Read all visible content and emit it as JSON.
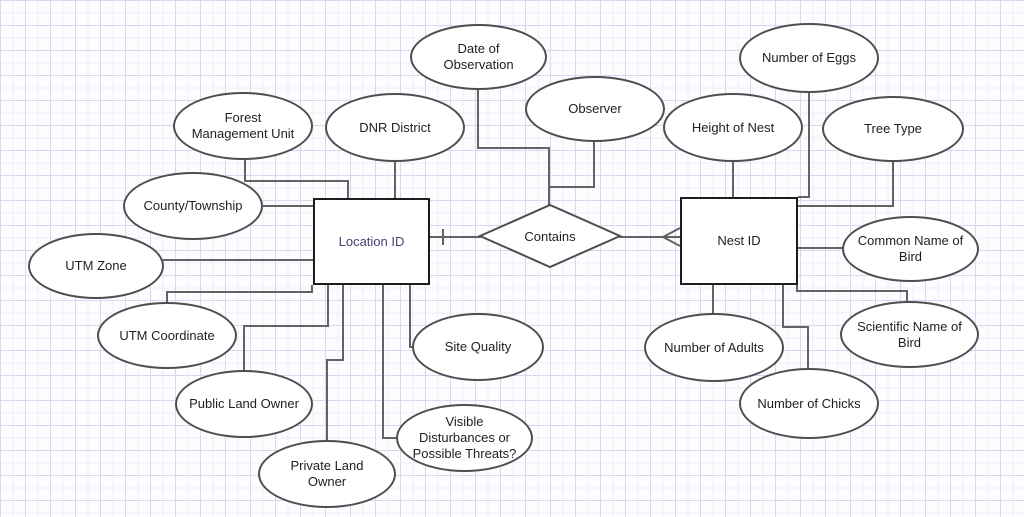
{
  "diagram": {
    "entities": {
      "location": {
        "label": "Location ID"
      },
      "nest": {
        "label": "Nest ID"
      }
    },
    "relationship": {
      "label": "Contains",
      "location_side_cardinality": "one",
      "nest_side_cardinality": "many"
    },
    "location_attributes": {
      "forest_management_unit": "Forest\nManagement Unit",
      "dnr_district": "DNR District",
      "date_of_observation": "Date of\nObservation",
      "observer": "Observer",
      "county_township": "County/Township",
      "utm_zone": "UTM Zone",
      "utm_coordinate": "UTM Coordinate",
      "public_land_owner": "Public Land Owner",
      "private_land_owner": "Private Land\nOwner",
      "site_quality": "Site Quality",
      "visible_disturbances": "Visible\nDisturbances or\nPossible Threats?"
    },
    "nest_attributes": {
      "height_of_nest": "Height of Nest",
      "number_of_eggs": "Number of Eggs",
      "tree_type": "Tree Type",
      "common_name_of_bird": "Common Name of\nBird",
      "scientific_name_of_bird": "Scientific Name of\nBird",
      "number_of_adults": "Number of Adults",
      "number_of_chicks": "Number of Chicks"
    }
  },
  "colors": {
    "canvas_bg": "#fdfdff",
    "grid_major": "#dad6ef",
    "grid_minor": "#efedf9",
    "shape_fill": "#ffffff",
    "shape_stroke": "#4e4e4e",
    "entity_stroke": "#1c1c1c",
    "connector": "#636363",
    "text": "#1f1f1f",
    "location_label": "#4a4173"
  }
}
